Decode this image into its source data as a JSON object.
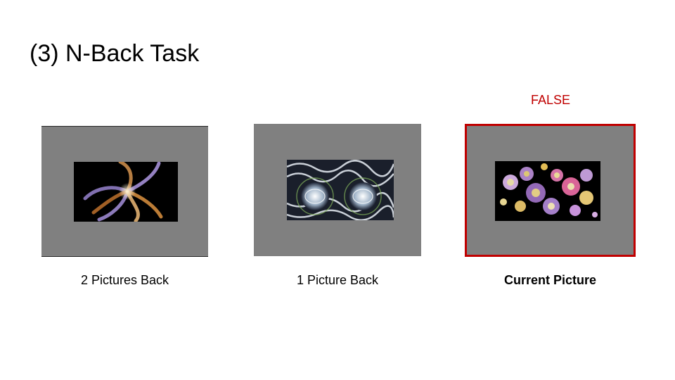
{
  "slide": {
    "title": "(3) N-Back Task"
  },
  "status": {
    "text": "FALSE",
    "color": "#c00000"
  },
  "panels": [
    {
      "caption": "2 Pictures Back",
      "image": "purple-orange-swirl-fractal",
      "highlighted": false
    },
    {
      "caption": "1 Picture Back",
      "image": "white-blue-spiral-fractal",
      "highlighted": false
    },
    {
      "caption": "Current Picture",
      "image": "pink-purple-flower-spiral-fractal",
      "highlighted": true
    }
  ],
  "colors": {
    "panel_bg": "#808080",
    "highlight_border": "#c00000",
    "text": "#000000"
  }
}
